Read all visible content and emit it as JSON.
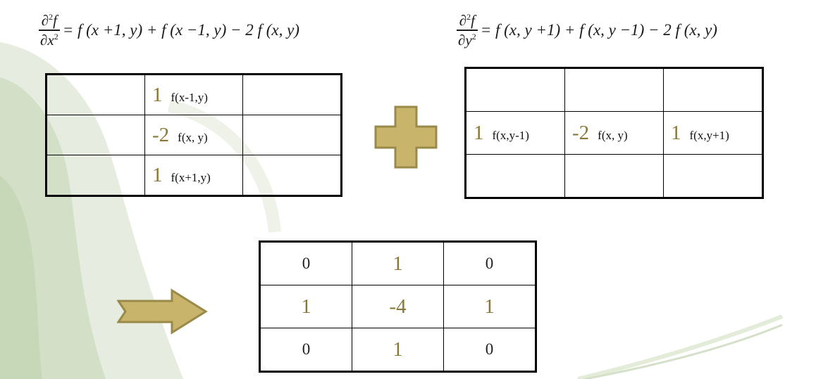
{
  "formula_x": {
    "num": "∂",
    "num_sup": "2",
    "num_f": "f",
    "den": "∂x",
    "den_sup": "2",
    "rhs": "= f (x +1, y) + f (x −1, y) − 2 f (x, y)"
  },
  "formula_y": {
    "num": "∂",
    "num_sup": "2",
    "num_f": "f",
    "den": "∂y",
    "den_sup": "2",
    "rhs": "= f (x, y +1) + f (x, y −1) − 2 f (x, y)"
  },
  "table_x": {
    "rows": [
      [
        {
          "big": "",
          "small": ""
        },
        {
          "big": "1",
          "small": "f(x-1,y)"
        },
        {
          "big": "",
          "small": ""
        }
      ],
      [
        {
          "big": "",
          "small": ""
        },
        {
          "big": "-2",
          "small": "f(x, y)"
        },
        {
          "big": "",
          "small": ""
        }
      ],
      [
        {
          "big": "",
          "small": ""
        },
        {
          "big": "1",
          "small": "f(x+1,y)"
        },
        {
          "big": "",
          "small": ""
        }
      ]
    ]
  },
  "table_y": {
    "rows": [
      [
        {
          "big": "",
          "small": ""
        },
        {
          "big": "",
          "small": ""
        },
        {
          "big": "",
          "small": ""
        }
      ],
      [
        {
          "big": "1",
          "small": "f(x,y-1)"
        },
        {
          "big": "-2",
          "small": "f(x, y)"
        },
        {
          "big": "1",
          "small": "f(x,y+1)"
        }
      ],
      [
        {
          "big": "",
          "small": ""
        },
        {
          "big": "",
          "small": ""
        },
        {
          "big": "",
          "small": ""
        }
      ]
    ]
  },
  "result": {
    "rows": [
      [
        "0",
        "1",
        "0"
      ],
      [
        "1",
        "-4",
        "1"
      ],
      [
        "0",
        "1",
        "0"
      ]
    ]
  },
  "icons": {
    "plus": "plus-icon",
    "arrow": "right-arrow-icon",
    "color": "#c8b46a",
    "stroke": "#9a8a4a"
  },
  "colors": {
    "accent_text": "#8a7736",
    "background_swoosh": "#dfe8d4"
  }
}
